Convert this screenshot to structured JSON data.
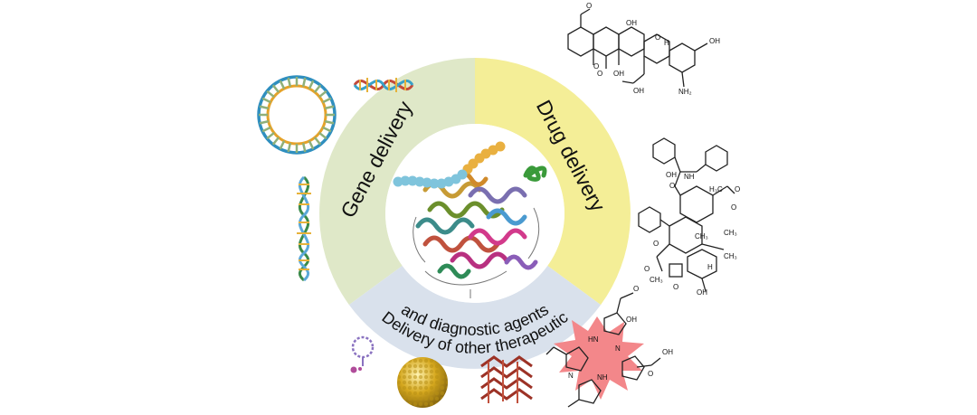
{
  "ring": {
    "gene_label": "Gene delivery",
    "drug_label": "Drug delivery",
    "other_label_line1": "Delivery of other therapeutic",
    "other_label_line2": "and diagnostic agents"
  },
  "chem_labels": {
    "mol1": [
      "O",
      "OH",
      "OH",
      "OH",
      "OH",
      "NH₂",
      "O",
      "O",
      "O",
      "H"
    ],
    "mol2": [
      "NH",
      "OH",
      "O",
      "O",
      "H₃C",
      "CH₃",
      "CH₃",
      "OH",
      "H",
      "O",
      "O",
      "O",
      "CH₃",
      "O",
      "CH₃"
    ],
    "mol3": [
      "OH",
      "HN",
      "N",
      "NH",
      "N",
      "O",
      "OH",
      "O"
    ]
  },
  "colors": {
    "gene_sector": "#dfe8c8",
    "drug_sector": "#f4ee97",
    "other_sector": "#d9e1ec",
    "star": "#f3878a"
  },
  "icons": [
    "dna-ring-icon",
    "dna-helix-icon",
    "dna-strand-icon",
    "protein-structure-icon",
    "peptide-chain-icon",
    "small-helix-icon",
    "aptamer-icon",
    "nanoparticle-icon",
    "nanostructure-lattice-icon",
    "porphyrin-molecule-icon"
  ]
}
